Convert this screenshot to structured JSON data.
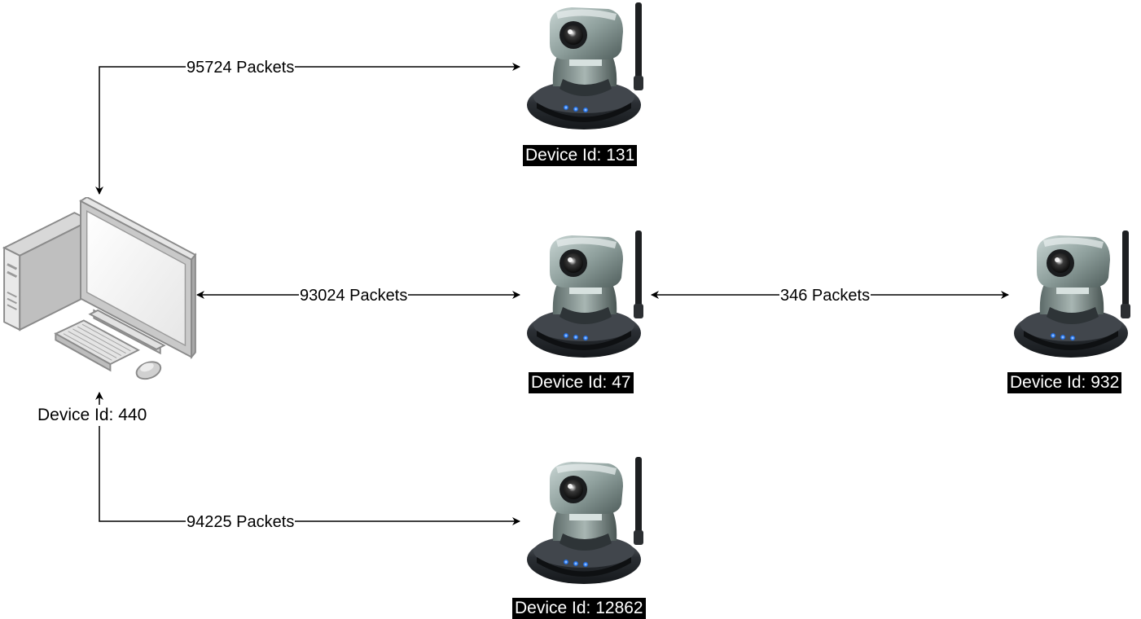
{
  "nodes": {
    "computer": {
      "label": "Device Id: 440"
    },
    "camera_131": {
      "label": "Device Id: 131"
    },
    "camera_47": {
      "label": "Device Id: 47"
    },
    "camera_932": {
      "label": "Device Id: 932"
    },
    "camera_12862": {
      "label": "Device Id: 12862"
    }
  },
  "edges": {
    "e_440_131": {
      "label": "95724 Packets",
      "from": "computer",
      "to": "camera_131"
    },
    "e_440_47": {
      "label": "93024 Packets",
      "from": "computer",
      "to": "camera_47"
    },
    "e_47_932": {
      "label": "346 Packets",
      "from": "camera_47",
      "to": "camera_932"
    },
    "e_440_12862": {
      "label": "94225 Packets",
      "from": "computer",
      "to": "camera_12862"
    }
  },
  "icons": {
    "computer": "desktop-computer-icon",
    "camera": "ip-camera-icon"
  }
}
